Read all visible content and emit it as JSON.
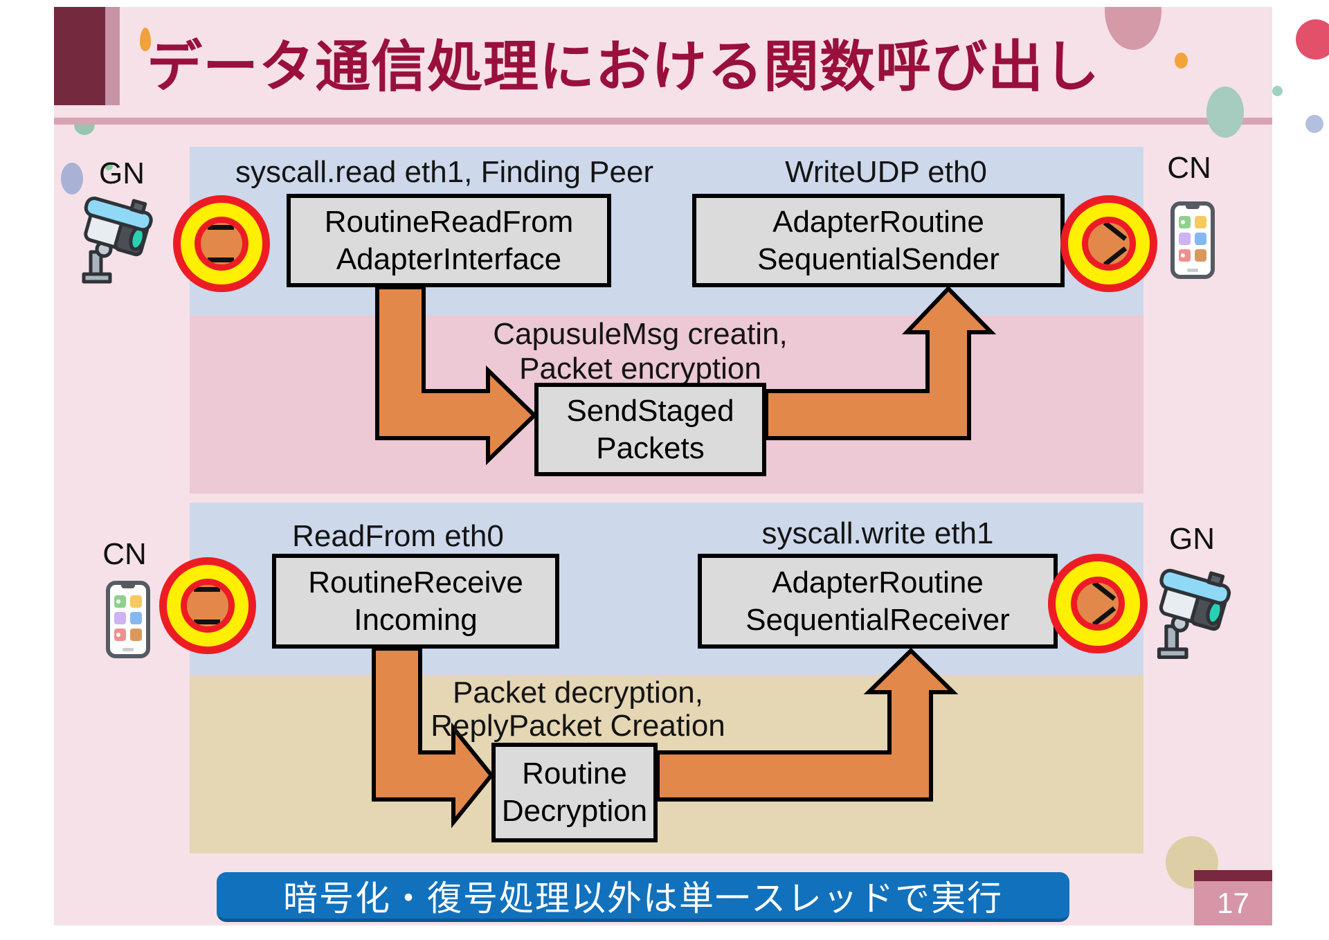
{
  "slide": {
    "title": "データ通信処理における関数呼び出し",
    "page_number": "17",
    "banner_text": "暗号化・復号処理以外は単一スレッドで実行"
  },
  "top_flow": {
    "source_label": "GN",
    "dest_label": "CN",
    "read_caption": "syscall.read eth1, Finding Peer",
    "write_caption": "WriteUDP eth0",
    "read_box": {
      "line1": "RoutineReadFrom",
      "line2": "AdapterInterface"
    },
    "send_box": {
      "line1": "AdapterRoutine",
      "line2": "SequentialSender"
    },
    "middle_caption": {
      "line1": "CapusuleMsg creatin,",
      "line2": "Packet encryption"
    },
    "middle_box": {
      "line1": "SendStaged",
      "line2": "Packets"
    }
  },
  "bottom_flow": {
    "source_label": "CN",
    "dest_label": "GN",
    "read_caption": "ReadFrom eth0",
    "write_caption": "syscall.write eth1",
    "read_box": {
      "line1": "RoutineReceive",
      "line2": "Incoming"
    },
    "send_box": {
      "line1": "AdapterRoutine",
      "line2": "SequentialReceiver"
    },
    "middle_caption": {
      "line1": "Packet decryption,",
      "line2": "ReplyPacket Creation"
    },
    "middle_box": {
      "line1": "Routine",
      "line2": "Decryption"
    }
  },
  "colors": {
    "accent_maroon": "#74293f",
    "title_text": "#99103c",
    "band_blue": "#cdd8eb",
    "band_pink": "#ecc9d4",
    "band_tan": "#e5d6b4",
    "arrow_orange": "#e2884a",
    "banner_blue": "#1271bc",
    "highlight_yellow": "#ffef00",
    "highlight_red": "#ed1c24"
  }
}
